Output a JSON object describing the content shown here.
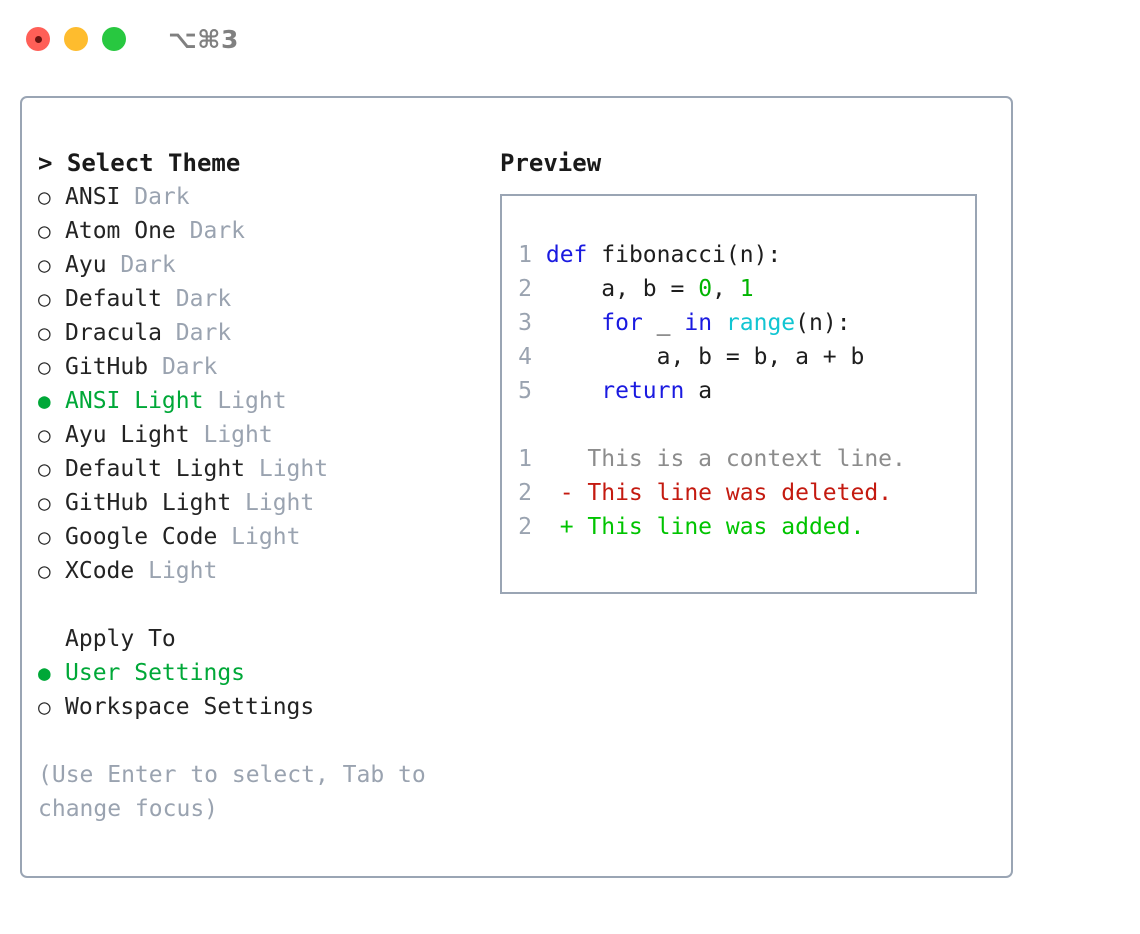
{
  "window": {
    "shortcut_title": "⌥⌘3",
    "traffic_lights": [
      "close-button",
      "minimize-button",
      "maximize-button"
    ]
  },
  "colors": {
    "accent_green": "#00a838",
    "muted_gray": "#9aa3b0",
    "border": "#9aa5b4",
    "keyword_blue": "#1a1ae0",
    "function_cyan": "#11c5d2",
    "number_green": "#00b400",
    "diff_add_green": "#00c400",
    "diff_del_red": "#c41a10",
    "diff_ctx_gray": "#8c8c8c"
  },
  "theme_picker": {
    "header": "> Select Theme",
    "items": [
      {
        "bullet": "○",
        "name": "ANSI",
        "suffix": "Dark",
        "selected": false
      },
      {
        "bullet": "○",
        "name": "Atom One",
        "suffix": "Dark",
        "selected": false
      },
      {
        "bullet": "○",
        "name": "Ayu",
        "suffix": "Dark",
        "selected": false
      },
      {
        "bullet": "○",
        "name": "Default",
        "suffix": "Dark",
        "selected": false
      },
      {
        "bullet": "○",
        "name": "Dracula",
        "suffix": "Dark",
        "selected": false
      },
      {
        "bullet": "○",
        "name": "GitHub",
        "suffix": "Dark",
        "selected": false
      },
      {
        "bullet": "●",
        "name": "ANSI Light",
        "suffix": "Light",
        "selected": true
      },
      {
        "bullet": "○",
        "name": "Ayu Light",
        "suffix": "Light",
        "selected": false
      },
      {
        "bullet": "○",
        "name": "Default Light",
        "suffix": "Light",
        "selected": false
      },
      {
        "bullet": "○",
        "name": "GitHub Light",
        "suffix": "Light",
        "selected": false
      },
      {
        "bullet": "○",
        "name": "Google Code",
        "suffix": "Light",
        "selected": false
      },
      {
        "bullet": "○",
        "name": "XCode",
        "suffix": "Light",
        "selected": false
      }
    ]
  },
  "apply_to": {
    "heading": "Apply To",
    "items": [
      {
        "bullet": "●",
        "name": "User Settings",
        "selected": true
      },
      {
        "bullet": "○",
        "name": "Workspace Settings",
        "selected": false
      }
    ]
  },
  "hint": "(Use Enter to select, Tab to change focus)",
  "preview": {
    "title": "Preview",
    "code_lines": [
      {
        "lno": "1",
        "tokens": [
          {
            "t": "def",
            "c": "kw"
          },
          {
            "t": " fibonacci(n):",
            "c": "txt"
          }
        ]
      },
      {
        "lno": "2",
        "tokens": [
          {
            "t": "    a, b = ",
            "c": "txt"
          },
          {
            "t": "0",
            "c": "num"
          },
          {
            "t": ", ",
            "c": "txt"
          },
          {
            "t": "1",
            "c": "num"
          }
        ]
      },
      {
        "lno": "3",
        "tokens": [
          {
            "t": "    ",
            "c": "txt"
          },
          {
            "t": "for",
            "c": "kw"
          },
          {
            "t": " _ ",
            "c": "txt"
          },
          {
            "t": "in",
            "c": "kw"
          },
          {
            "t": " ",
            "c": "txt"
          },
          {
            "t": "range",
            "c": "fn"
          },
          {
            "t": "(n):",
            "c": "txt"
          }
        ]
      },
      {
        "lno": "4",
        "tokens": [
          {
            "t": "        a, b = b, a + b",
            "c": "txt"
          }
        ]
      },
      {
        "lno": "5",
        "tokens": [
          {
            "t": "    ",
            "c": "txt"
          },
          {
            "t": "return",
            "c": "kw"
          },
          {
            "t": " a",
            "c": "txt"
          }
        ]
      }
    ],
    "diff_lines": [
      {
        "lno": "1",
        "marker": " ",
        "text": "This is a context line.",
        "kind": "ctx"
      },
      {
        "lno": "2",
        "marker": "-",
        "text": "This line was deleted.",
        "kind": "del"
      },
      {
        "lno": "2",
        "marker": "+",
        "text": "This line was added.",
        "kind": "add"
      }
    ]
  }
}
